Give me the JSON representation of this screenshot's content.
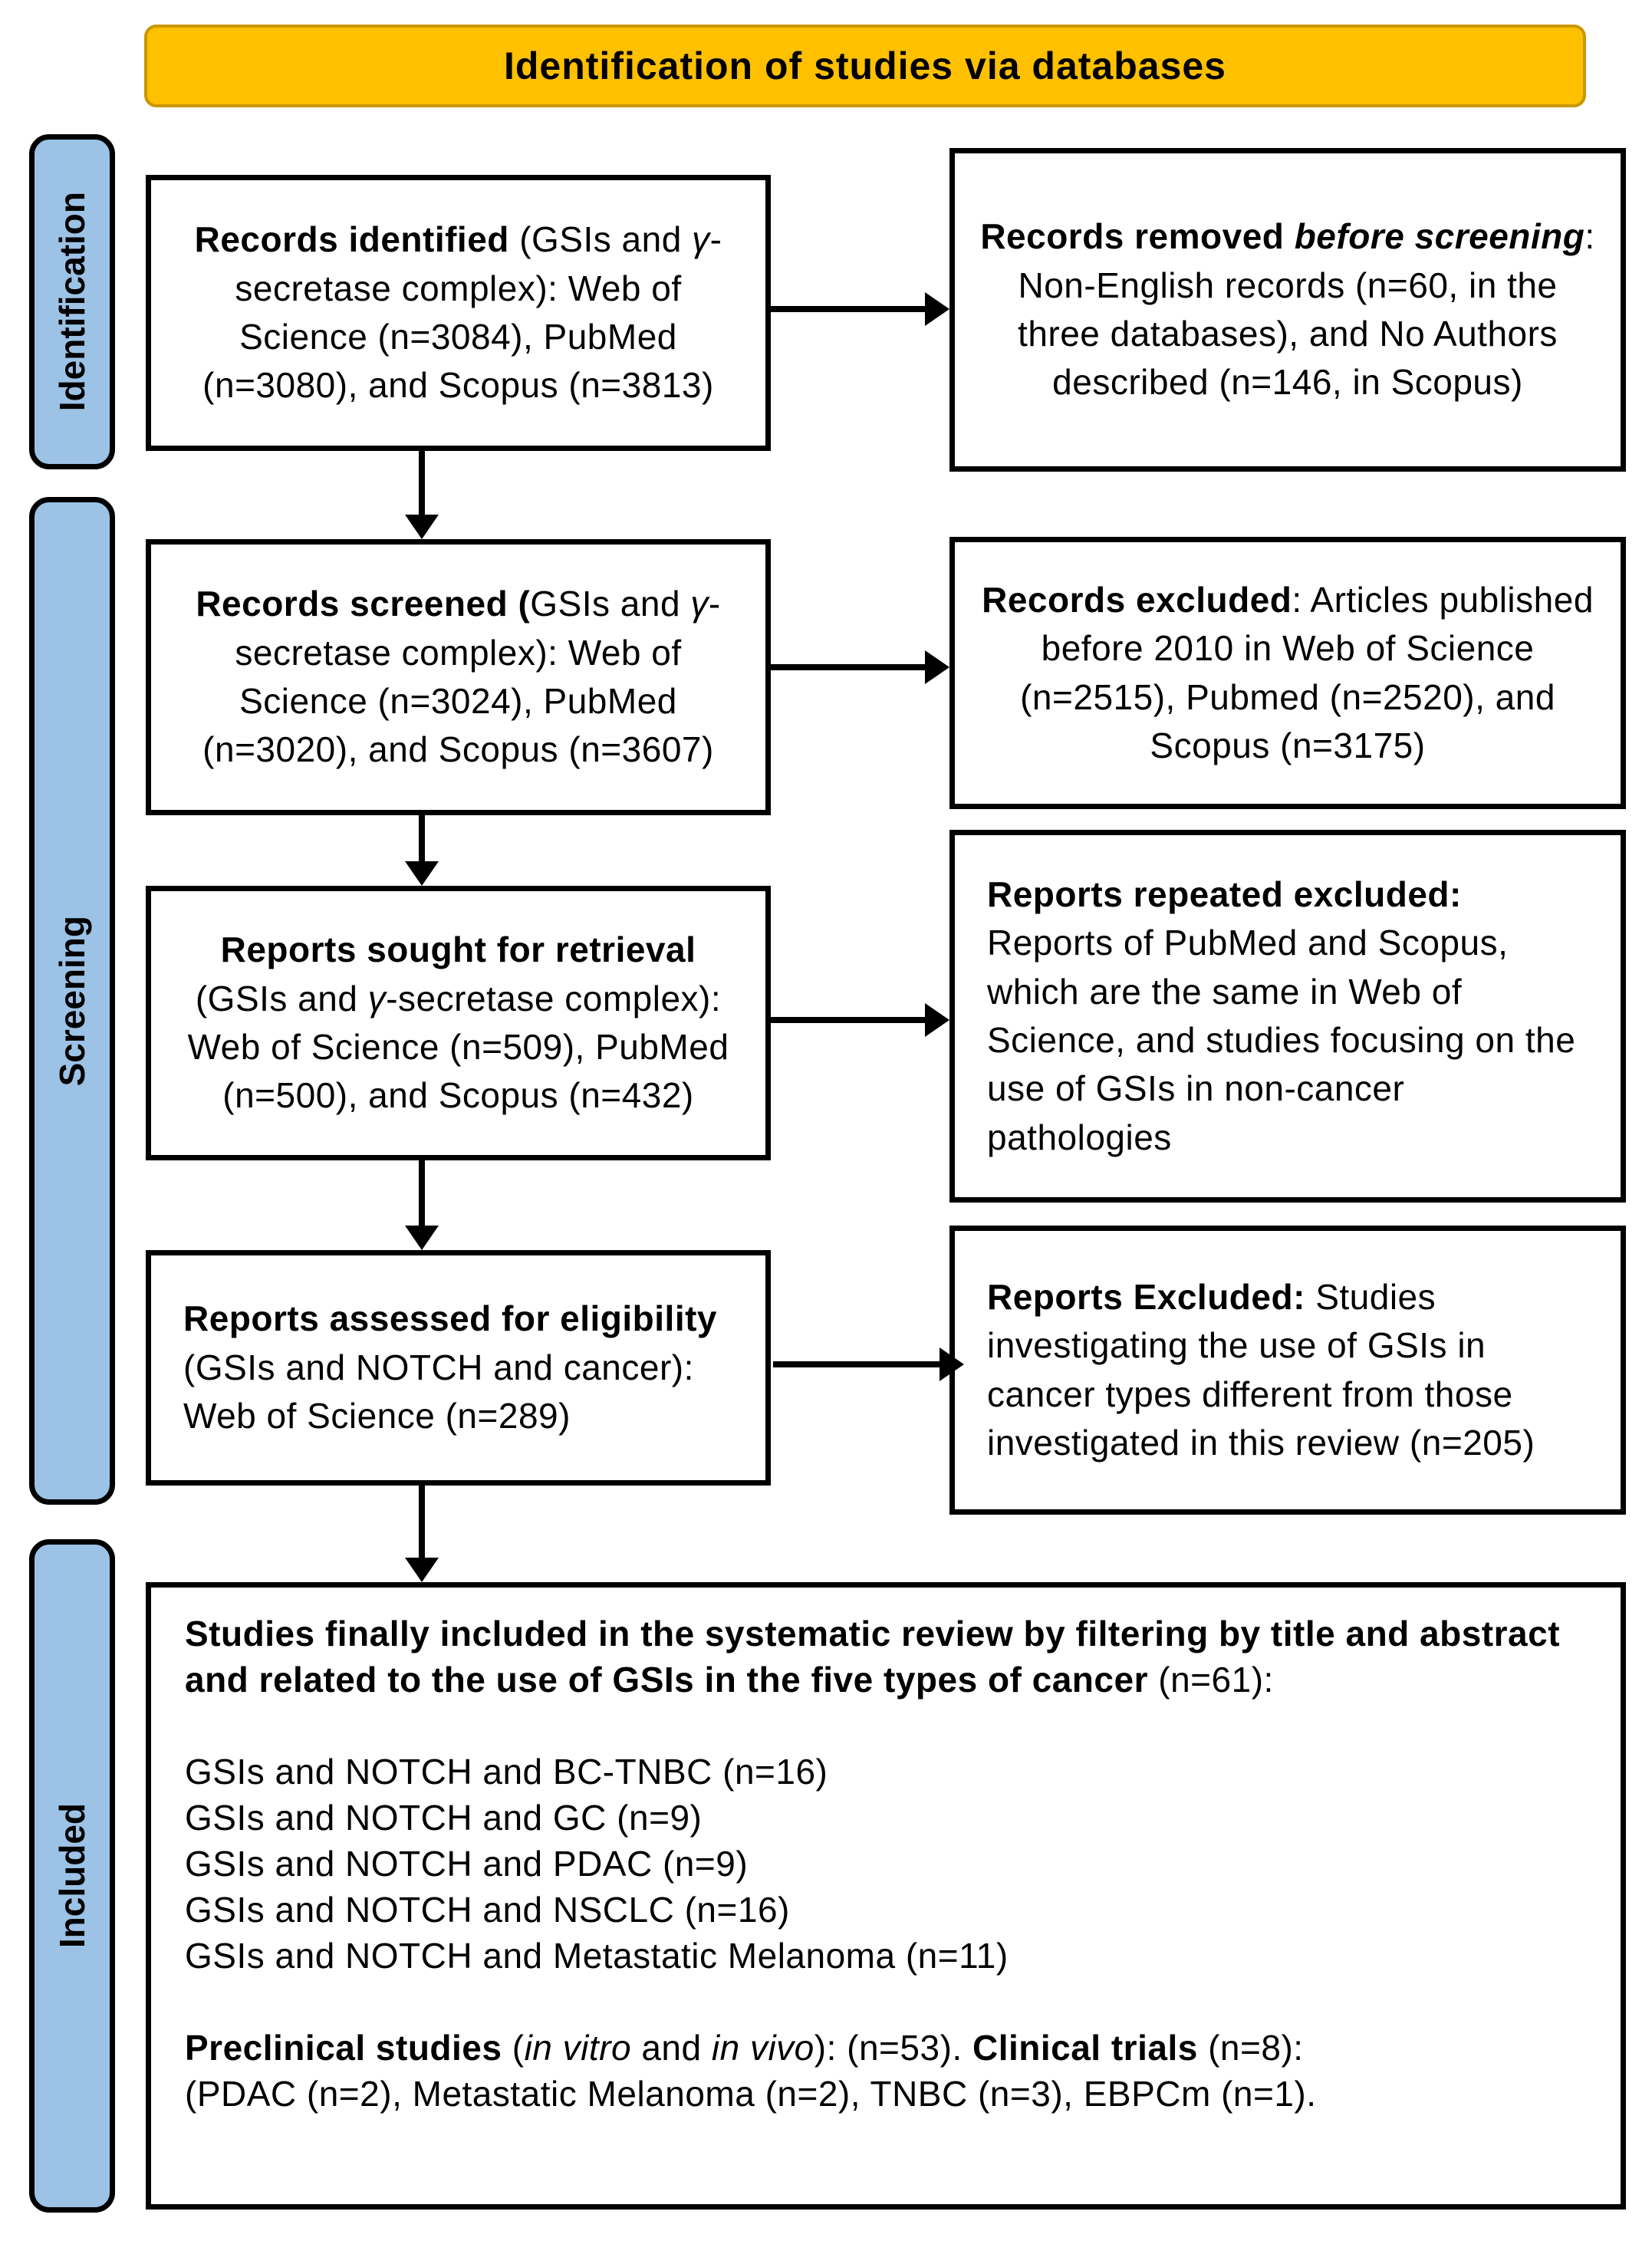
{
  "colors": {
    "banner_bg": "#FFC000",
    "banner_border": "#C99700",
    "stage_bar_bg": "#9CC2E5",
    "line_color": "#000000"
  },
  "banner": {
    "title": "Identification of studies via databases"
  },
  "stages": {
    "identification": "Identification",
    "screening": "Screening",
    "included": "Included"
  },
  "boxes": {
    "records_identified": {
      "segments": [
        {
          "t": "Records identified ",
          "b": true
        },
        {
          "t": "(GSIs and "
        },
        {
          "t": "γ",
          "i": true
        },
        {
          "t": "-secretase complex): Web of Science (n=3084), PubMed (n=3080), and Scopus (n=3813)"
        }
      ]
    },
    "records_removed": {
      "segments": [
        {
          "t": "Records removed ",
          "b": true
        },
        {
          "t": "before screening",
          "b": true,
          "i": true
        },
        {
          "t": ":\nNon-English records (n=60, in the three databases), and No Authors described (n=146, in Scopus)"
        }
      ]
    },
    "records_screened": {
      "segments": [
        {
          "t": "Records screened (",
          "b": true
        },
        {
          "t": "GSIs and "
        },
        {
          "t": "γ",
          "i": true
        },
        {
          "t": "-secretase complex): Web of Science (n=3024), PubMed (n=3020), and Scopus (n=3607)"
        }
      ]
    },
    "records_excluded": {
      "segments": [
        {
          "t": "Records excluded",
          "b": true
        },
        {
          "t": ": Articles published before 2010 in Web of Science (n=2515), Pubmed (n=2520), and Scopus (n=3175)"
        }
      ]
    },
    "reports_sought": {
      "segments": [
        {
          "t": "Reports sought for retrieval",
          "b": true
        },
        {
          "t": " (GSIs and "
        },
        {
          "t": "γ",
          "i": true
        },
        {
          "t": "-secretase complex): Web of Science (n=509), PubMed (n=500), and Scopus (n=432)"
        }
      ]
    },
    "reports_repeated_excluded": {
      "segments": [
        {
          "t": "Reports repeated excluded: ",
          "b": true
        },
        {
          "t": "Reports of PubMed and Scopus, which are the same in Web of Science, and studies focusing on the use of GSIs in non-cancer pathologies"
        }
      ]
    },
    "reports_assessed": {
      "segments": [
        {
          "t": "Reports assessed for eligibility ",
          "b": true
        },
        {
          "t": "(GSIs and NOTCH and cancer): Web of Science (n=289)"
        }
      ]
    },
    "reports_excluded": {
      "segments": [
        {
          "t": "Reports Excluded: ",
          "b": true
        },
        {
          "t": "Studies investigating the use of GSIs in cancer types different from those investigated in this review (n=205)"
        }
      ]
    },
    "included_summary": {
      "heading": [
        {
          "t": "Studies finally included in the systematic review by filtering by title and abstract and related to the use of GSIs in the five types of cancer ",
          "b": true
        },
        {
          "t": "(n=61):"
        }
      ],
      "items": [
        "GSIs and NOTCH and BC-TNBC (n=16)",
        "GSIs and NOTCH and GC (n=9)",
        "GSIs and NOTCH and PDAC (n=9)",
        "GSIs and NOTCH and NSCLC (n=16)",
        "GSIs and NOTCH and Metastatic Melanoma (n=11)"
      ],
      "footer": [
        {
          "t": "Preclinical studies ",
          "b": true
        },
        {
          "t": "("
        },
        {
          "t": "in vitro",
          "i": true
        },
        {
          "t": " and "
        },
        {
          "t": "in vivo",
          "i": true
        },
        {
          "t": "): (n=53). "
        },
        {
          "t": "Clinical trials",
          "b": true
        },
        {
          "t": " (n=8):\n(PDAC (n=2), Metastatic Melanoma (n=2), TNBC (n=3), EBPCm (n=1)."
        }
      ]
    }
  }
}
